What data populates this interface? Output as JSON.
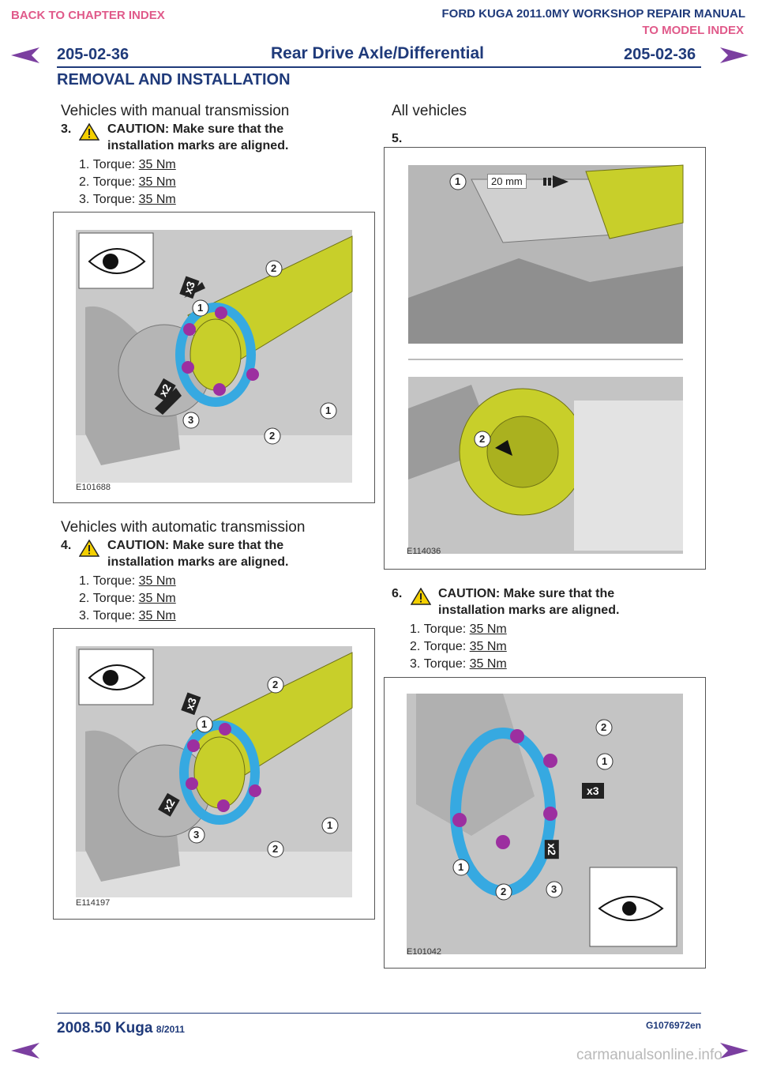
{
  "header": {
    "back_to_chapter": "BACK TO CHAPTER INDEX",
    "manual_title": "FORD KUGA 2011.0MY WORKSHOP REPAIR MANUAL",
    "to_model_index": "TO MODEL INDEX",
    "section_left": "205-02-36",
    "section_title": "Rear Drive Axle/Differential",
    "section_right": "205-02-36",
    "page_heading": "REMOVAL AND INSTALLATION"
  },
  "left": {
    "manual_heading": "Vehicles with manual transmission",
    "step3": {
      "number": "3.",
      "caution": "CAUTION: Make sure that the installation marks are aligned.",
      "torques": [
        "35 Nm",
        "35 Nm",
        "35 Nm"
      ],
      "figure_id": "E101688"
    },
    "auto_heading": "Vehicles with automatic transmission",
    "step4": {
      "number": "4.",
      "caution": "CAUTION: Make sure that the installation marks are aligned.",
      "torques": [
        "35 Nm",
        "35 Nm",
        "35 Nm"
      ],
      "figure_id": "E114197"
    }
  },
  "right": {
    "all_heading": "All vehicles",
    "step5": {
      "number": "5.",
      "figure_id": "E114036",
      "dimension": "20 mm"
    },
    "step6": {
      "number": "6.",
      "caution": "CAUTION: Make sure that the installation marks are aligned.",
      "torques": [
        "35 Nm",
        "35 Nm",
        "35 Nm"
      ],
      "figure_id": "E101042"
    }
  },
  "torque_label": "Torque:",
  "callouts": {
    "one": "1",
    "two": "2",
    "three": "3",
    "x2": "x2",
    "x3": "x3"
  },
  "list_numbers": [
    "1.",
    "2.",
    "3."
  ],
  "footer": {
    "model": "2008.50 Kuga",
    "date": "8/2011",
    "doc_code": "G1076972en",
    "watermark": "carmanualsonline.info"
  },
  "colors": {
    "accent": "#1f3a7a",
    "link": "#e05a8a",
    "shaft": "#c8cf2a",
    "bolt": "#9c2fa0",
    "ring": "#36a9e1"
  }
}
